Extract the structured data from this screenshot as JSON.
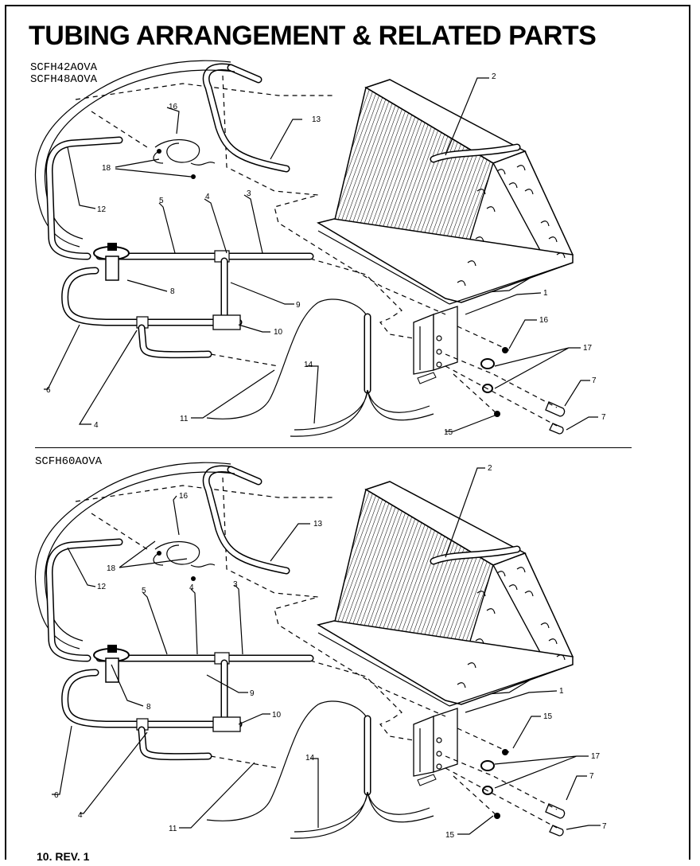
{
  "title": "TUBING ARRANGEMENT & RELATED PARTS",
  "upper_section": {
    "models": [
      "SCFH42AOVA",
      "SCFH48AOVA"
    ]
  },
  "lower_section": {
    "models": [
      "SCFH60AOVA"
    ]
  },
  "footer": "10. REV. 1",
  "callouts_upper": {
    "c1": "1",
    "c2": "2",
    "c3": "3",
    "c4a": "4",
    "c4b": "4",
    "c5": "5",
    "c6": "6",
    "c7a": "7",
    "c7b": "7",
    "c8": "8",
    "c9": "9",
    "c10": "10",
    "c11": "11",
    "c12": "12",
    "c13": "13",
    "c14": "14",
    "c15": "15",
    "c16a": "16",
    "c16b": "16",
    "c17": "17",
    "c18": "18"
  },
  "callouts_lower": {
    "c1": "1",
    "c2": "2",
    "c3": "3",
    "c4a": "4",
    "c4b": "4",
    "c5": "5",
    "c6": "6",
    "c7a": "7",
    "c7b": "7",
    "c8": "8",
    "c9": "9",
    "c10": "10",
    "c11": "11",
    "c12": "12",
    "c13": "13",
    "c14": "14",
    "c15a": "15",
    "c15b": "15",
    "c16": "16",
    "c17": "17",
    "c18": "18"
  }
}
